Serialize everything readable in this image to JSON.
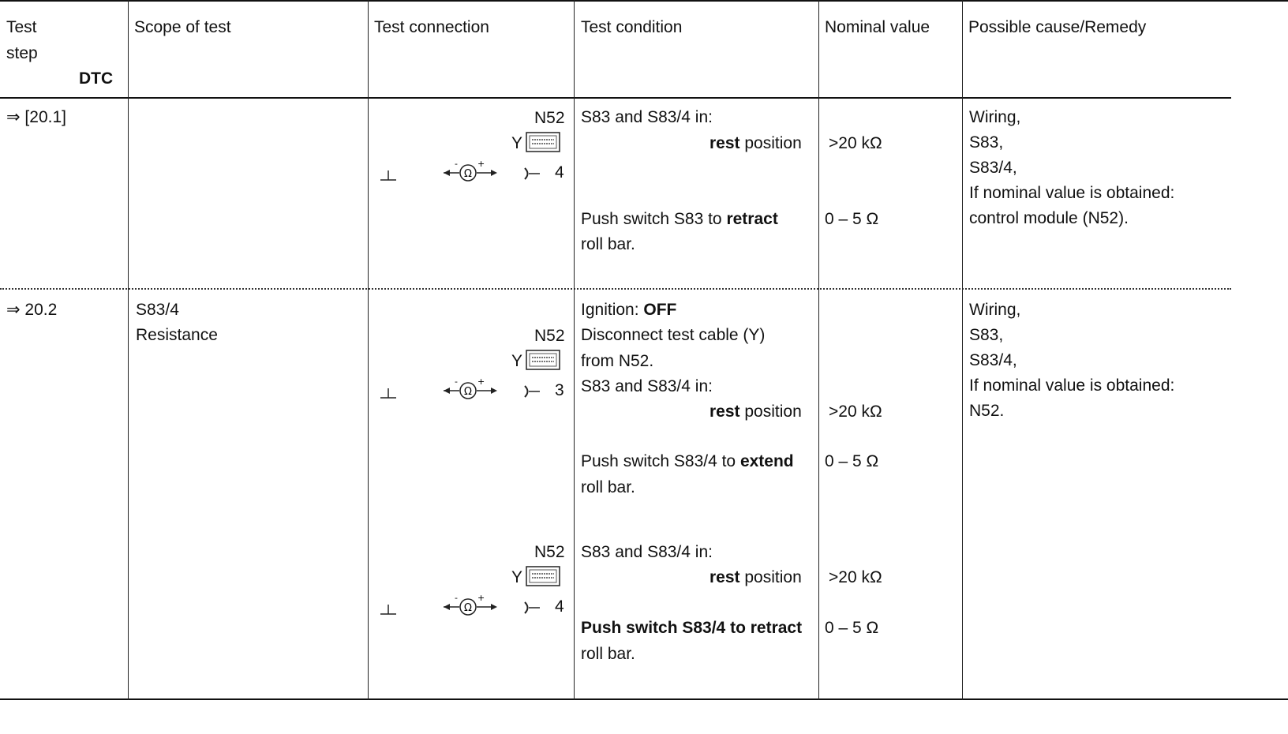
{
  "header": {
    "test_step": "Test",
    "test_step_2": "step",
    "dtc": "DTC",
    "scope": "Scope of test",
    "connection": "Test connection",
    "condition": "Test condition",
    "nominal": "Nominal value",
    "cause": "Possible cause/Remedy"
  },
  "row1": {
    "step": "⇒ [20.1]",
    "connection": {
      "module": "N52",
      "cable": "Y",
      "pin": "4"
    },
    "cond1": "S83 and S83/4 in:",
    "cond1_b": "rest",
    "cond1_c": " position",
    "nom1": ">20 kΩ",
    "cond2_a": "Push switch S83 to ",
    "cond2_b": "retract",
    "cond2_c": "roll bar.",
    "nom2": "0 – 5 Ω",
    "cause": [
      "Wiring,",
      "S83,",
      "S83/4,",
      "If nominal value is obtained:",
      "control module (N52)."
    ]
  },
  "row2": {
    "step": "⇒ 20.2",
    "scope1": "S83/4",
    "scope2": "Resistance",
    "connection1": {
      "module": "N52",
      "cable": "Y",
      "pin": "3"
    },
    "connection2": {
      "module": "N52",
      "cable": "Y",
      "pin": "4"
    },
    "cond_ign_a": "Ignition: ",
    "cond_ign_b": "OFF",
    "cond_disc1": "Disconnect test cable (Y)",
    "cond_disc2": "from N52.",
    "cond_in": "S83 and S83/4 in:",
    "cond_rest_b": "rest",
    "cond_rest_c": " position",
    "nom_rest": ">20 kΩ",
    "cond_ext_a": "Push switch S83/4 to ",
    "cond_ext_b": "extend",
    "cond_ext_c": "roll bar.",
    "nom_ext": "0 – 5 Ω",
    "cond_in2": "S83 and S83/4 in:",
    "cond_rest2_b": "rest",
    "cond_rest2_c": " position",
    "nom_rest2": ">20 kΩ",
    "cond_ret_a": "Push switch S83/4 to retract",
    "cond_ret_c": "roll bar.",
    "nom_ret": "0 – 5 Ω",
    "cause": [
      "Wiring,",
      "S83,",
      "S83/4,",
      "If nominal value is obtained:",
      "N52."
    ]
  },
  "icons": {
    "ground": "ground-symbol-icon",
    "ohmmeter": "ohmmeter-icon",
    "connector": "test-cable-connector-icon",
    "socket": "socket-pin-icon"
  }
}
